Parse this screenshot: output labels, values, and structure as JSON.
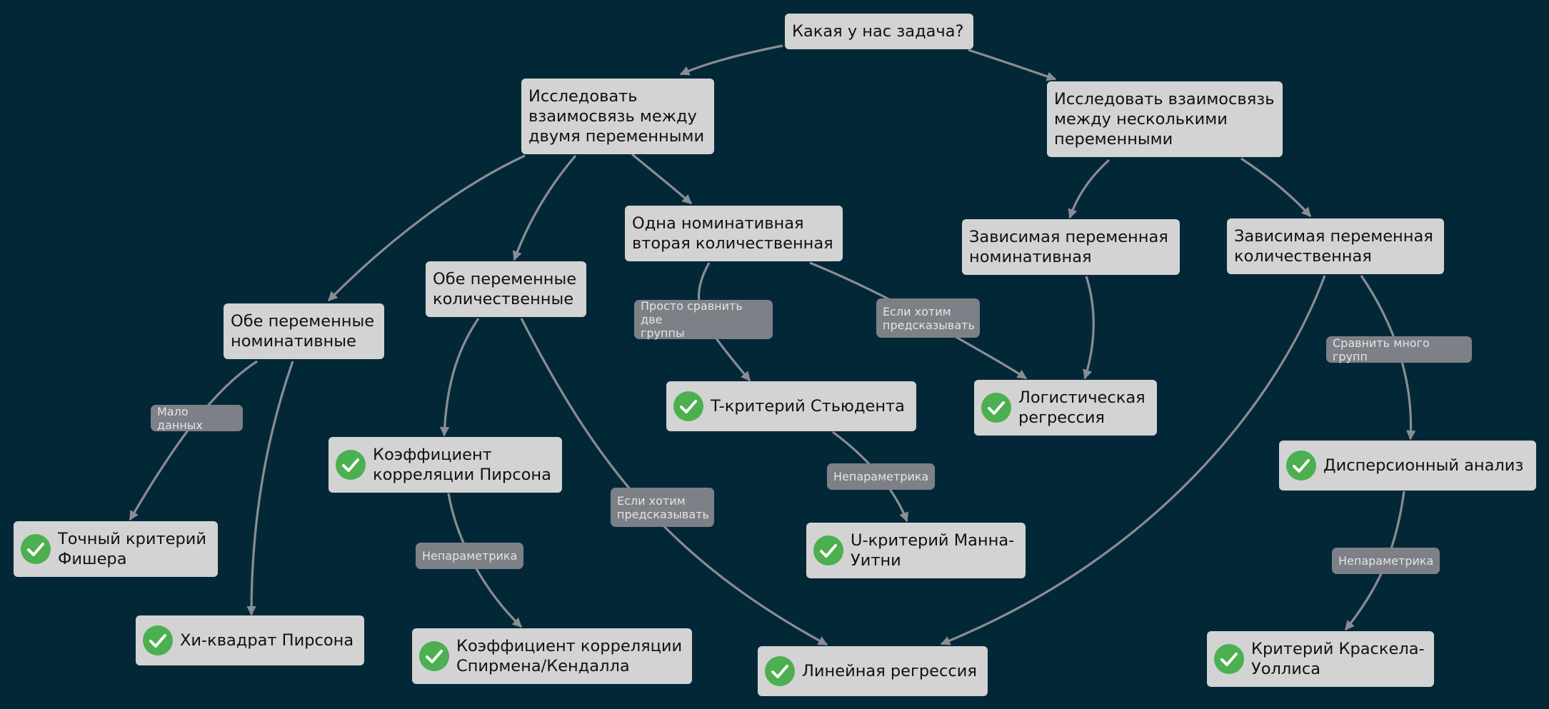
{
  "nodes": {
    "root": "Какая у нас задача?",
    "two_vars": "Исследовать\nвзаимосвязь между\nдвумя переменными",
    "many_vars": "Исследовать взаимосвязь\nмежду несколькими\nпеременными",
    "one_nom_one_quant": "Одна номинативная\nвторая количественная",
    "dep_nominal": "Зависимая переменная\nноминативная",
    "dep_quant": "Зависимая переменная\nколичественная",
    "both_quant": "Обе переменные\nколичественные",
    "both_nominal": "Обе переменные\nноминативные",
    "t_test": "T-критерий Стьюдента",
    "logistic": "Логистическая\nрегрессия",
    "anova": "Дисперсионный анализ",
    "pearson_corr": "Коэффициент\nкорреляции Пирсона",
    "fisher": "Точный критерий\nФишера",
    "mann_whitney": "U-критерий Манна-\nУитни",
    "chi_square": "Хи-квадрат Пирсона",
    "spearman": "Коэффициент корреляции\nСпирмена/Кендалла",
    "linear": "Линейная регрессия",
    "kruskal": "Критерий Краскела-\nУоллиса"
  },
  "edge_labels": {
    "compare_two": "Просто сравнить две\nгруппы",
    "predict_1": "Если хотим\nпредсказывать",
    "small_data": "Мало данных",
    "compare_many": "Сравнить много групп",
    "nonparam_1": "Непараметрика",
    "predict_2": "Если хотим\nпредсказывать",
    "nonparam_2": "Непараметрика",
    "nonparam_3": "Непараметрика"
  },
  "colors": {
    "background": "#022838",
    "node": "#d3d3d3",
    "label": "#7e8087",
    "edge": "#8a8d92",
    "check": "#4caf50"
  }
}
